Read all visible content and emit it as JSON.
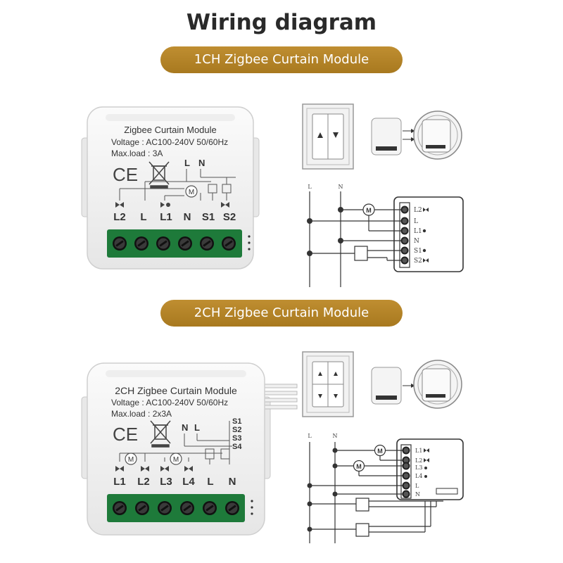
{
  "title": "Wiring diagram",
  "sections": [
    {
      "banner": "1CH Zigbee Curtain Module",
      "module": {
        "name": "Zigbee Curtain Module",
        "voltage": "Voltage : AC100-240V 50/60Hz",
        "max_load": "Max.load : 3A",
        "ce": "CE",
        "top_labels": [
          "L",
          "N"
        ],
        "motor": "M",
        "terminals": [
          "L2",
          "L",
          "L1",
          "N",
          "S1",
          "S2"
        ]
      },
      "diagram": {
        "line_labels": [
          "L",
          "N"
        ],
        "motor": "M",
        "box_terminals": [
          "L2",
          "L",
          "L1",
          "N",
          "S1",
          "S2"
        ]
      }
    },
    {
      "banner": "2CH Zigbee Curtain Module",
      "module": {
        "name": "2CH Zigbee Curtain Module",
        "voltage": "Voltage : AC100-240V 50/60Hz",
        "max_load": "Max.load : 2x3A",
        "ce": "CE",
        "top_labels": [
          "N",
          "L"
        ],
        "switch_labels": [
          "S1",
          "S2",
          "S3",
          "S4"
        ],
        "motors": [
          "M",
          "M"
        ],
        "terminals": [
          "L1",
          "L2",
          "L3",
          "L4",
          "L",
          "N"
        ]
      },
      "diagram": {
        "line_labels": [
          "L",
          "N"
        ],
        "motors": [
          "M",
          "M"
        ],
        "box_terminals": [
          "L1",
          "L2",
          "L3",
          "L4",
          "L",
          "N"
        ]
      }
    }
  ]
}
